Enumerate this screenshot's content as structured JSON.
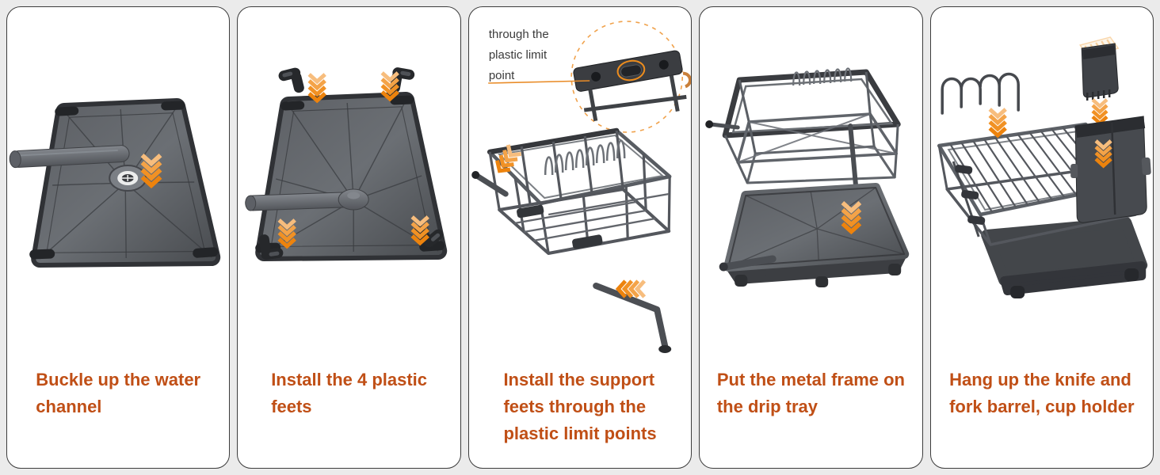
{
  "page": {
    "background": "#ebebeb",
    "card_background": "#ffffff",
    "card_border": "#3c3c3c"
  },
  "colors": {
    "caption_text": "#c04f16",
    "accent_orange": "#ed830d",
    "annotation_text": "#3b3b3b",
    "leader_line": "#e98c28",
    "detail_circle_dash": "#f0a24c",
    "product_gray": "#54575c",
    "product_dark": "#26282b"
  },
  "steps": [
    {
      "caption": "Buckle up the water\nchannel",
      "illustration": "drip-tray-bottom-with-water-channel"
    },
    {
      "caption": "Install the 4 plastic\nfeets",
      "illustration": "drip-tray-bottom-with-four-plastic-feet"
    },
    {
      "caption": "Install the support\nfeets through the\nplastic limit points",
      "annotation": "through the\nplastic limit\npoint",
      "illustration": "wire-rack-with-support-feet-and-detail-circle"
    },
    {
      "caption": "Put the metal frame on\nthe drip tray",
      "illustration": "metal-frame-above-drip-tray"
    },
    {
      "caption": "Hang up the knife and\nfork barrel, cup holder",
      "illustration": "rack-with-utensil-barrel-and-cup-holder"
    }
  ]
}
